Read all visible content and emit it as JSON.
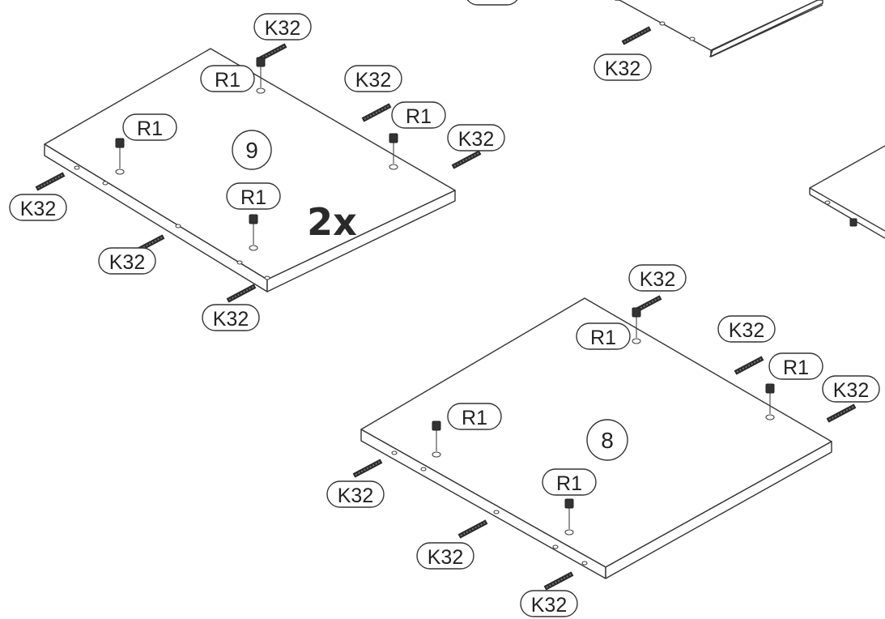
{
  "diagram": {
    "parts": [
      {
        "id": "panel-9",
        "number": "9",
        "quantity": "2x"
      },
      {
        "id": "panel-8",
        "number": "8"
      }
    ],
    "labels": {
      "dowel": "K32",
      "cam_bolt": "R1",
      "partial_top_dowel": "K32"
    }
  }
}
